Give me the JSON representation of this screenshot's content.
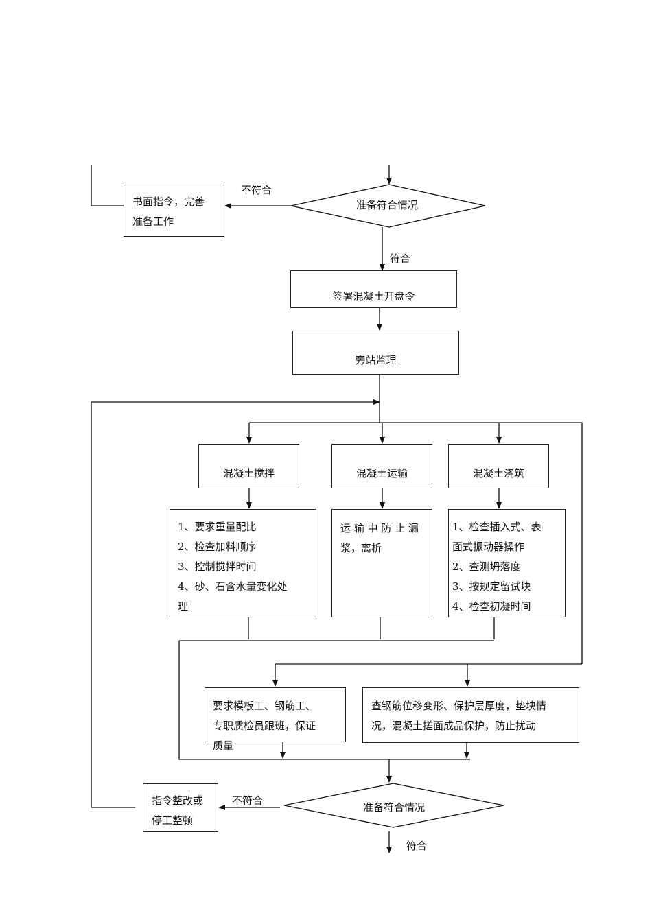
{
  "top": {
    "decision": "准备符合情况",
    "no_label": "不符合",
    "yes_label": "符合",
    "remedy_lines": [
      "书面指令，完善",
      "准备工作"
    ]
  },
  "sign_order": "签署混凝土开盘令",
  "supervision": "旁站监理",
  "branches": {
    "mixing": "混凝土搅拌",
    "transport": "混凝土运输",
    "pouring": "混凝土浇筑"
  },
  "checks": {
    "mixing": [
      "1、要求重量配比",
      "2、检查加料顺序",
      "3、控制搅拌时间",
      "4、砂、石含水量变化处",
      "理"
    ],
    "transport": [
      "运 输 中 防 止 漏",
      "浆，离析"
    ],
    "pouring": [
      "1、检查插入式、表",
      "面式振动器操作",
      "2、查测坍落度",
      "3、按规定留试块",
      "4、检查初凝时间"
    ]
  },
  "staff": [
    "要求模板工、钢筋工、",
    "专职质检员跟班，保证",
    "质量"
  ],
  "rebar": [
    "查钢筋位移变形、保护层厚度，垫块情",
    "况，混凝土搓面成品保护，防止扰动"
  ],
  "bottom": {
    "decision": "准备符合情况",
    "no_label": "不符合",
    "yes_label": "符合",
    "remedy_lines": [
      "指令整改或",
      "停工整顿"
    ]
  }
}
